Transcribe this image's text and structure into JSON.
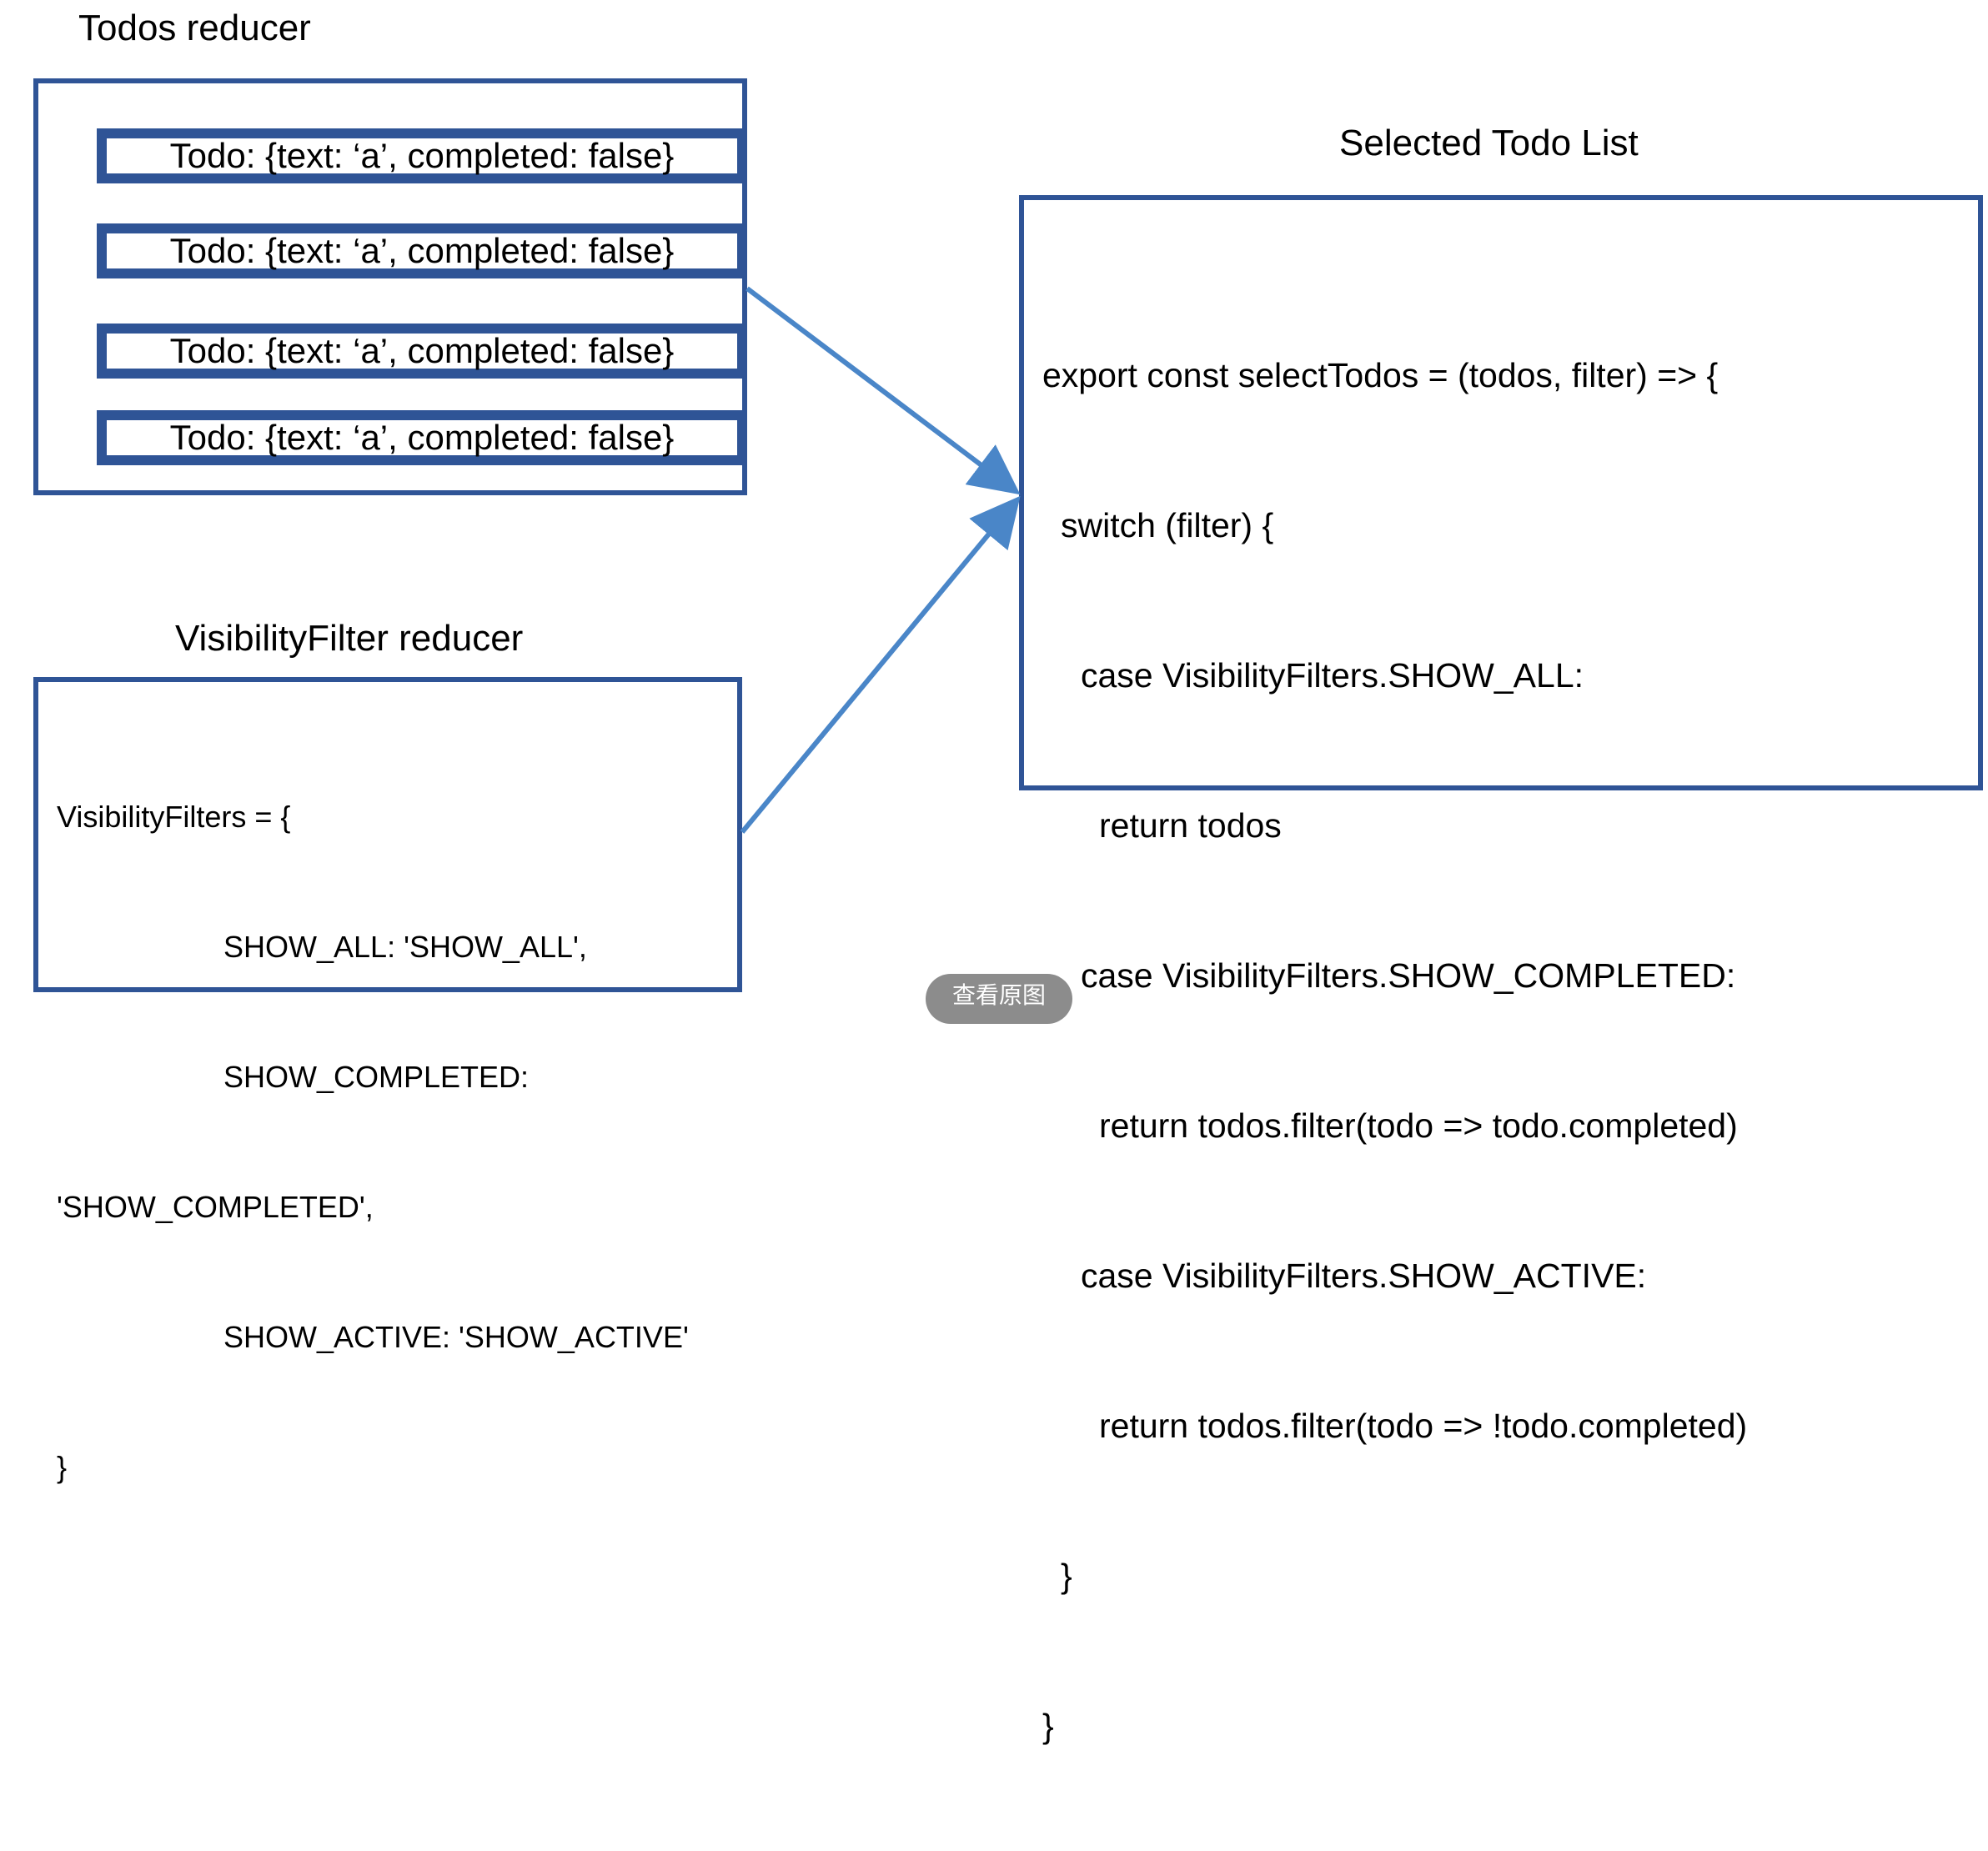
{
  "todos_reducer": {
    "title": "Todos reducer",
    "items": [
      "Todo: {text: ‘a’, completed: false}",
      "Todo: {text: ‘a’, completed: false}",
      "Todo: {text: ‘a’, completed: false}",
      "Todo: {text: ‘a’, completed: false}"
    ]
  },
  "visibility_reducer": {
    "title": "VisibilityFilter reducer",
    "lines": [
      "VisibilityFilters = {",
      "SHOW_ALL: 'SHOW_ALL',",
      "SHOW_COMPLETED:",
      "'SHOW_COMPLETED',",
      "SHOW_ACTIVE: 'SHOW_ACTIVE'",
      "}"
    ]
  },
  "selected_list": {
    "title": "Selected Todo List",
    "code": [
      "export const selectTodos = (todos, filter) => {",
      "switch (filter) {",
      "case VisibilityFilters.SHOW_ALL:",
      "return todos",
      "case VisibilityFilters.SHOW_COMPLETED:",
      "return todos.filter(todo => todo.completed)",
      "case VisibilityFilters.SHOW_ACTIVE:",
      "return todos.filter(todo => !todo.completed)",
      "}",
      "}"
    ]
  },
  "colors": {
    "box_border": "#2f5496",
    "arrow": "#4a86c8",
    "overlay_button": "#8c8c8c"
  },
  "overlay": {
    "view_original_label": "查看原图"
  }
}
